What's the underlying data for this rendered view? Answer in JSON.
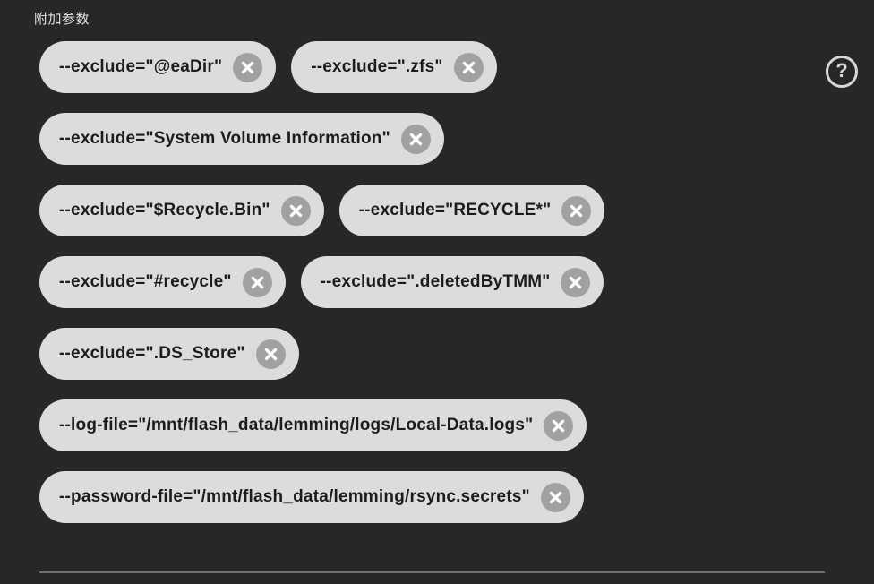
{
  "page": {
    "background_color": "#272727",
    "section_label": "附加参数"
  },
  "help": {
    "icon": "question-mark-icon",
    "glyph": "?",
    "color": "#d7d7d7"
  },
  "chips": {
    "bg_color": "#dcdcdc",
    "text_color": "#1c1c1c",
    "remove_icon": "x-circle-icon",
    "remove_icon_bg": "#a1a1a1",
    "rows": [
      [
        "--exclude=\"@eaDir\"",
        "--exclude=\".zfs\""
      ],
      [
        "--exclude=\"System Volume Information\""
      ],
      [
        "--exclude=\"$Recycle.Bin\"",
        "--exclude=\"RECYCLE*\""
      ],
      [
        "--exclude=\"#recycle\"",
        "--exclude=\".deletedByTMM\""
      ],
      [
        "--exclude=\".DS_Store\""
      ],
      [
        "--log-file=\"/mnt/flash_data/lemming/logs/Local-Data.logs\""
      ],
      [
        "--password-file=\"/mnt/flash_data/lemming/rsync.secrets\""
      ]
    ]
  },
  "divider": {
    "color": "#6f6f6f"
  }
}
